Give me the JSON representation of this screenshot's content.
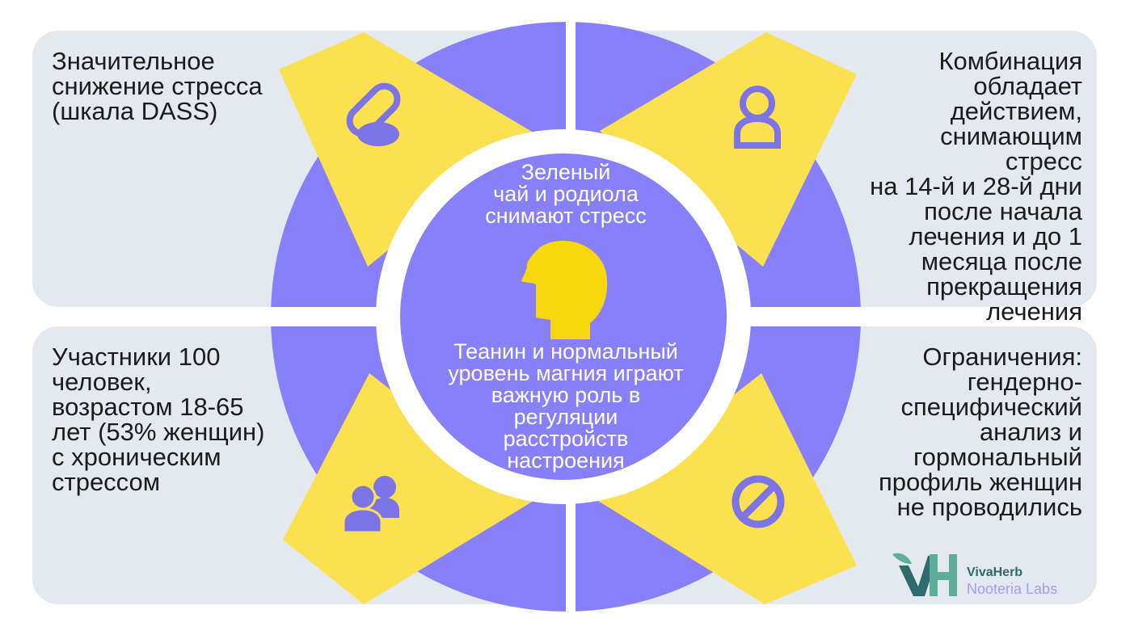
{
  "quadrants": {
    "top_left": "Значительное\nснижение стресса\n(шкала DASS)",
    "top_right": "Комбинация\nобладает\nдействием,\nснимающим\nстресс\nна 14-й и 28-й дни\nпосле начала\nлечения и до 1\nмесяца после\nпрекращения\nлечения",
    "bottom_left": "Участники 100\nчеловек,\nвозрастом 18-65\nлет (53% женщин)\nс хроническим\nстрессом",
    "bottom_right": "Ограничения:\nгендерно-\nспецифический\nанализ и\nгормональный\nпрофиль женщин\nне проводились"
  },
  "center": {
    "top_text": "Зеленый\nчай и родиола\nснимают стресс",
    "bottom_text": "Теанин и нормальный\nуровень магния играют\nважную роль в\nрегуляции\nрасстройств\nнастроения"
  },
  "icons": {
    "top_left": "pills-icon",
    "top_right": "person-icon",
    "bottom_left": "group-icon",
    "bottom_right": "prohibited-icon",
    "center": "head-profile-icon"
  },
  "brand": {
    "name": "VivaHerb",
    "subtitle": "Nooteria Labs"
  },
  "colors": {
    "panel": "#e3e9ee",
    "circle": "#8880fb",
    "diamond": "#fbe04f",
    "ring": "#ffffff",
    "head": "#f7d70d",
    "logo_dark": "#2d6b6f",
    "logo_light": "#5fae9a",
    "logo_sub": "#a89cf2"
  }
}
